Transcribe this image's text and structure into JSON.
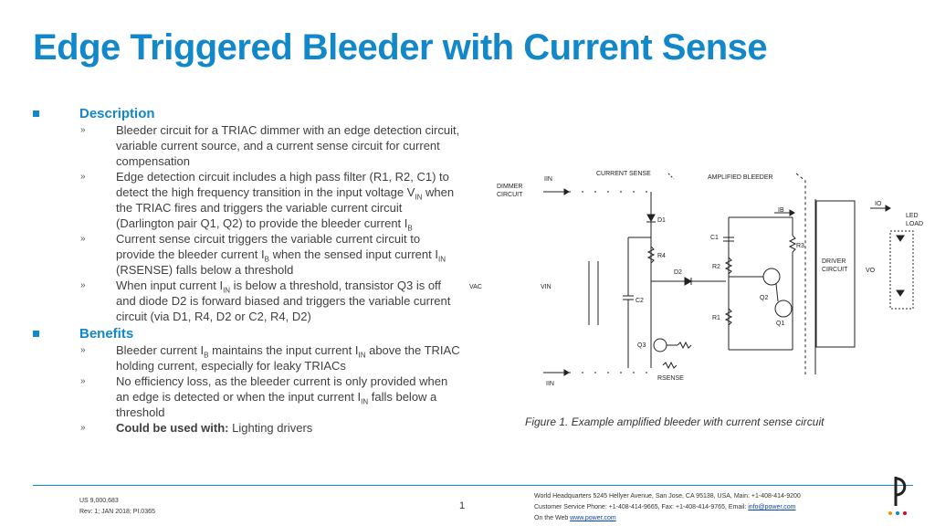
{
  "title": "Edge Triggered Bleeder with Current Sense",
  "sections": {
    "description": {
      "heading": "Description",
      "items": [
        {
          "pre": "Bleeder circuit for a TRIAC dimmer with an edge detection circuit, variable current source, and a current sense circuit for current compensation"
        },
        {
          "pre": "Edge detection circuit includes a high pass filter (R1, R2, C1) to detect the high frequency transition in the input voltage V",
          "s1": "IN",
          "mid": " when the TRIAC fires and triggers the variable current circuit (Darlington pair Q1, Q2) to provide the bleeder current I",
          "s2": "B"
        },
        {
          "pre": "Current sense circuit triggers the variable current circuit to provide the bleeder current I",
          "s1": "B",
          "mid": " when the sensed input current I",
          "s2": "IN",
          "post": " (RSENSE) falls below a threshold"
        },
        {
          "pre": "When input current I",
          "s1": "IN",
          "mid": " is below a threshold, transistor Q3 is off and diode D2 is forward biased and triggers the variable current circuit (via D1, R4, D2 or C2, R4, D2)"
        }
      ]
    },
    "benefits": {
      "heading": "Benefits",
      "items": [
        {
          "pre": "Bleeder current I",
          "s1": "B",
          "mid": " maintains the input current I",
          "s2": "IN",
          "post": " above the TRIAC holding current, especially for leaky TRIACs"
        },
        {
          "pre": "No efficiency loss, as the bleeder current is only provided when an edge is detected or when the input current I",
          "s1": "IN",
          "mid": " falls below a threshold"
        },
        {
          "bold": "Could be used with:",
          "pre": " Lighting drivers"
        }
      ]
    }
  },
  "figure": {
    "caption": "Figure 1. Example amplified bleeder with current sense circuit",
    "labels": {
      "dimmer": "DIMMER",
      "circuit": "CIRCUIT",
      "iin_top": "IIN",
      "current_sense": "CURRENT SENSE",
      "amplified_bleeder": "AMPLIFIED BLEEDER",
      "ib": "IB",
      "io": "IO",
      "led": "LED",
      "load": "LOAD",
      "d1": "D1",
      "r4": "R4",
      "d2": "D2",
      "c1": "C1",
      "r2": "R2",
      "r3": "R3",
      "q2": "Q2",
      "q1": "Q1",
      "r1": "R1",
      "c2": "C2",
      "q3": "Q3",
      "rsense": "RSENSE",
      "iin_bottom": "IIN",
      "vac": "VAC",
      "vin": "VIN",
      "vo": "VO",
      "driver": "DRIVER",
      "driver_circuit": "CIRCUIT"
    }
  },
  "footer": {
    "patent": "US 9,000,683",
    "rev": "Rev: 1; JAN 2018; PI.0365",
    "page": "1",
    "hq": "World Headquarters 5245 Hellyer Avenue, San Jose, CA 95138, USA, Main: +1-408-414-9200",
    "cs": "Customer Service Phone: +1-408-414-9665, Fax: +1-408-414-9765, Email: ",
    "email": "info@power.com",
    "web_prefix": "On the Web ",
    "web": "www.power.com"
  },
  "colors": {
    "accent": "#1287c9"
  }
}
